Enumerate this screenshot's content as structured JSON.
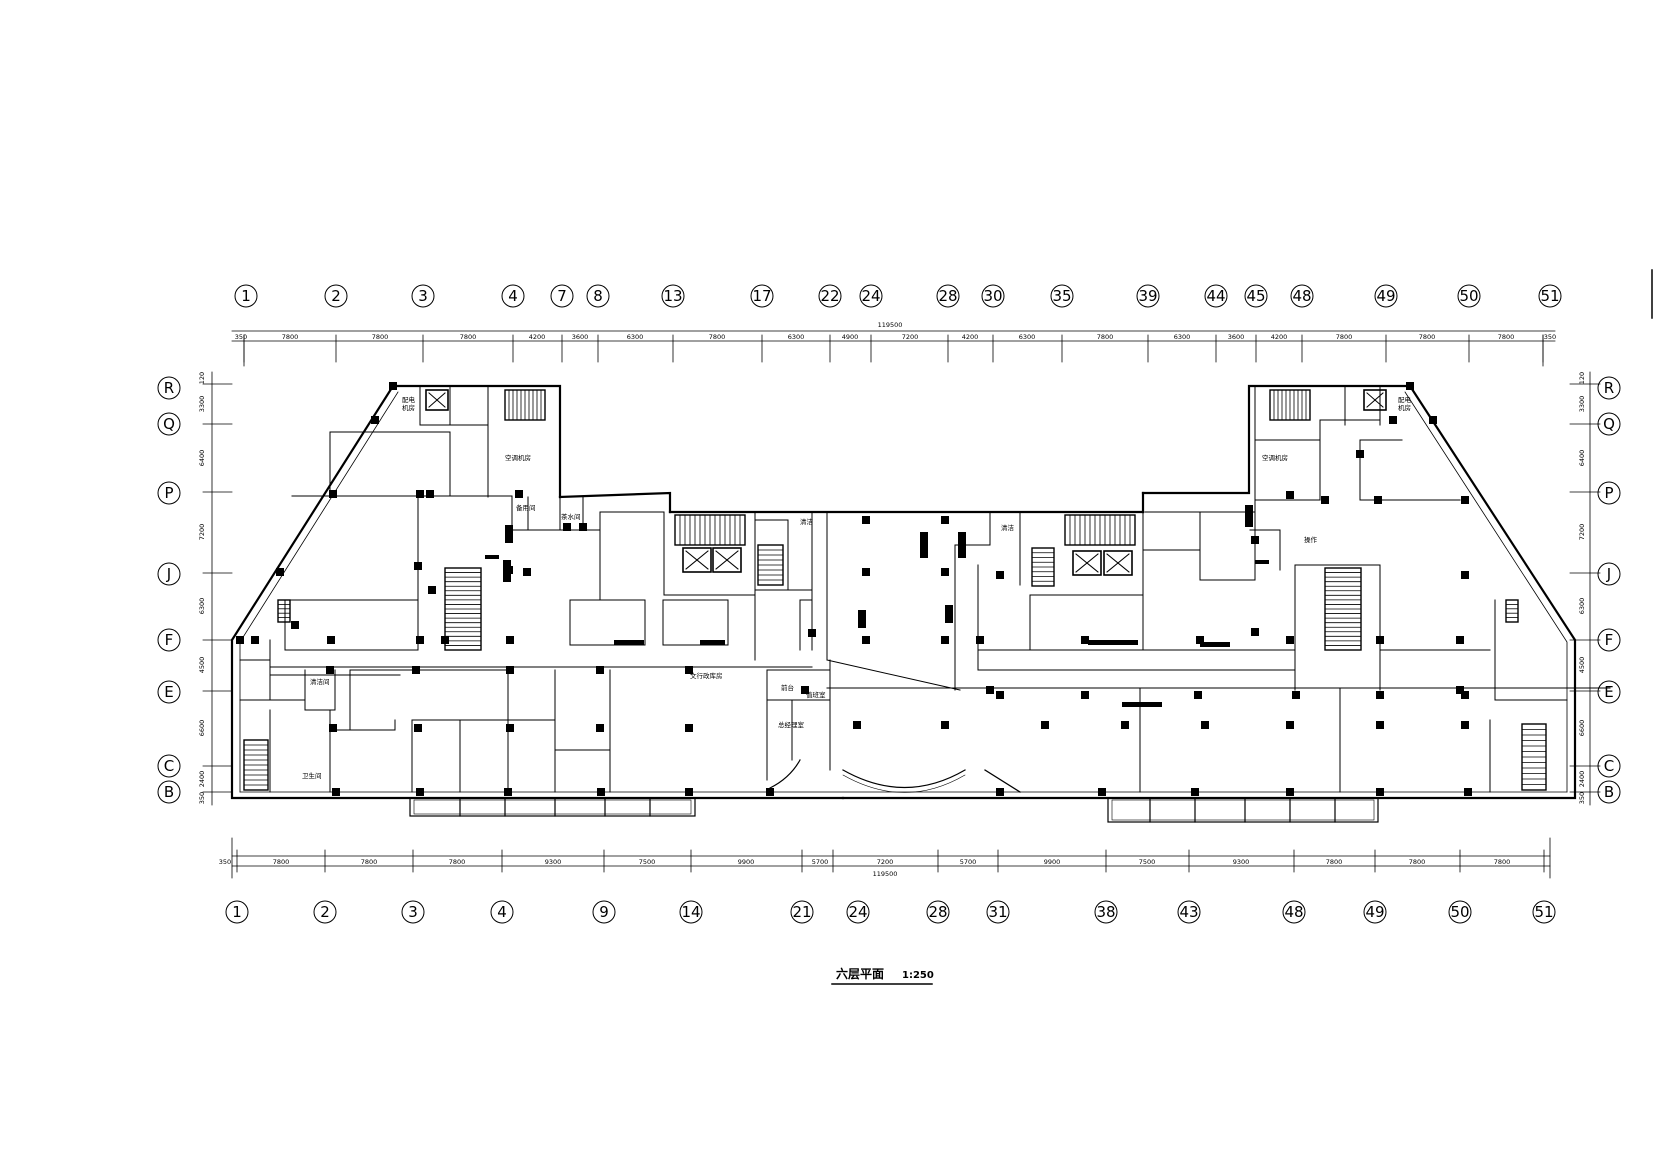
{
  "title": "六层平面",
  "scale": "1:250",
  "overall_dimension_top": "119500",
  "overall_dimension_bottom": "119500",
  "top_axes": [
    "1",
    "2",
    "3",
    "4",
    "7",
    "8",
    "13",
    "17",
    "22",
    "24",
    "28",
    "30",
    "35",
    "39",
    "44",
    "45",
    "48",
    "49",
    "50",
    "51"
  ],
  "bottom_axes": [
    "1",
    "2",
    "3",
    "4",
    "9",
    "14",
    "21",
    "24",
    "28",
    "31",
    "38",
    "43",
    "48",
    "49",
    "50",
    "51"
  ],
  "left_axes": [
    "R",
    "Q",
    "P",
    "J",
    "F",
    "E",
    "C",
    "B"
  ],
  "right_axes": [
    "R",
    "Q",
    "P",
    "J",
    "F",
    "E",
    "C",
    "B"
  ],
  "top_dimensions": [
    "350",
    "7800",
    "7800",
    "7800",
    "4200",
    "3600",
    "6300",
    "7800",
    "6300",
    "4900",
    "7200",
    "4200",
    "6300",
    "7800",
    "6300",
    "3600",
    "4200",
    "7800",
    "7800",
    "7800",
    "350"
  ],
  "bottom_dimensions": [
    "350",
    "7800",
    "7800",
    "7800",
    "9300",
    "7500",
    "9900",
    "5700",
    "7200",
    "5700",
    "9900",
    "7500",
    "9300",
    "7800",
    "7800",
    "7800"
  ],
  "left_dimensions": [
    "120",
    "3300",
    "6400",
    "7200",
    "6300",
    "4500",
    "6600",
    "2400",
    "350"
  ],
  "right_dimensions": [
    "120",
    "3300",
    "6400",
    "7200",
    "6300",
    "4500",
    "6600",
    "2400",
    "350"
  ],
  "room_labels": {
    "elec_room_left": "配电\n机房",
    "elec_room_right": "配电\n机房",
    "office_left": "空调机房",
    "office_right": "空调机房",
    "spare_room": "备用间",
    "pantry": "茶水间",
    "pantry_right": "操作",
    "cleaning": "清洁",
    "cleaning2": "清洁",
    "staff_room": "清洁间",
    "toilet": "卫生间",
    "exhibit": "文行政库房",
    "manager": "总经理室",
    "reception": "前台",
    "duty": "值班室"
  }
}
